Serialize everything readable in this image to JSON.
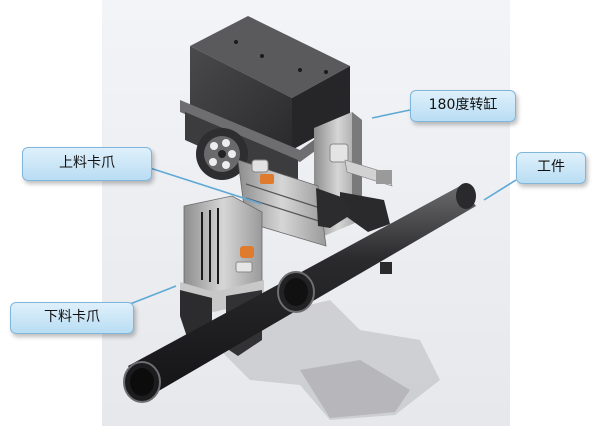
{
  "callouts": {
    "rotary_cylinder": "180度转缸",
    "upper_gripper": "上料卡爪",
    "workpiece": "工件",
    "lower_gripper": "下料卡爪"
  },
  "colors": {
    "callout_fill": "#c7e4f6",
    "callout_border": "#7fb6da",
    "leader_line": "#5fa9d6",
    "background_gray": "#eceef2",
    "metal_dark": "#3a3a3c",
    "metal_silver": "#c8c8c8"
  }
}
